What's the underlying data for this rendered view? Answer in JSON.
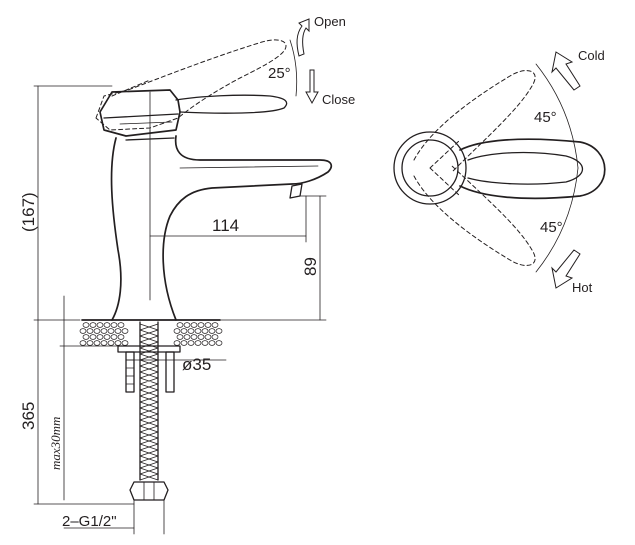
{
  "side_view": {
    "labels": {
      "open": "Open",
      "close": "Close",
      "lever_angle": "25°"
    },
    "dimensions": {
      "body_height": "(167)",
      "spout_reach": "114",
      "spout_height": "89",
      "hole_diameter": "ø35",
      "hose_length": "365",
      "max_thickness": "max30mm",
      "connection": "2–G1/2\""
    }
  },
  "top_view": {
    "labels": {
      "cold": "Cold",
      "hot": "Hot",
      "cold_angle": "45°",
      "hot_angle": "45°"
    }
  }
}
